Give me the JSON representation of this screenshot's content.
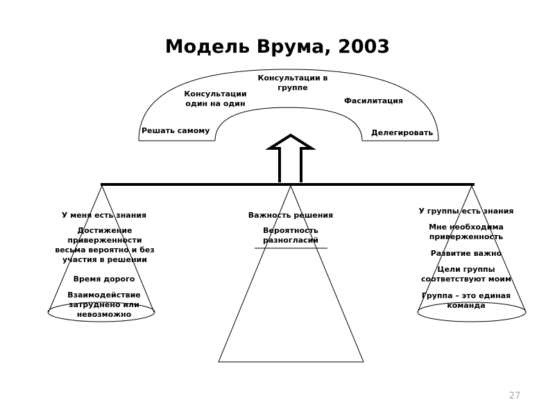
{
  "title": "Модель Врума, 2003",
  "arc_labels": {
    "decide_alone": "Решать самому",
    "consult_one_on_one": "Консультации\nодин на один",
    "consult_group": "Консультации в\nгруппе",
    "facilitation": "Фасилитация",
    "delegate": "Делегировать"
  },
  "left_pan": {
    "items": [
      "У меня есть знания",
      "Достижение\nприверженности\nвесьма вероятно и без\nучастия в решении",
      "Время дорого",
      "Взаимодействие\nзатруднено или\nневозможно"
    ]
  },
  "center": {
    "items": [
      "Важность решения",
      "Вероятность\nразногласий"
    ]
  },
  "right_pan": {
    "items": [
      "У группы есть знания",
      "Мне необходима\nприверженность",
      "Развитие важно",
      "Цели группы\nсоответствуют моим",
      "Группа – это единая\nкоманда"
    ]
  },
  "page_number": "27"
}
